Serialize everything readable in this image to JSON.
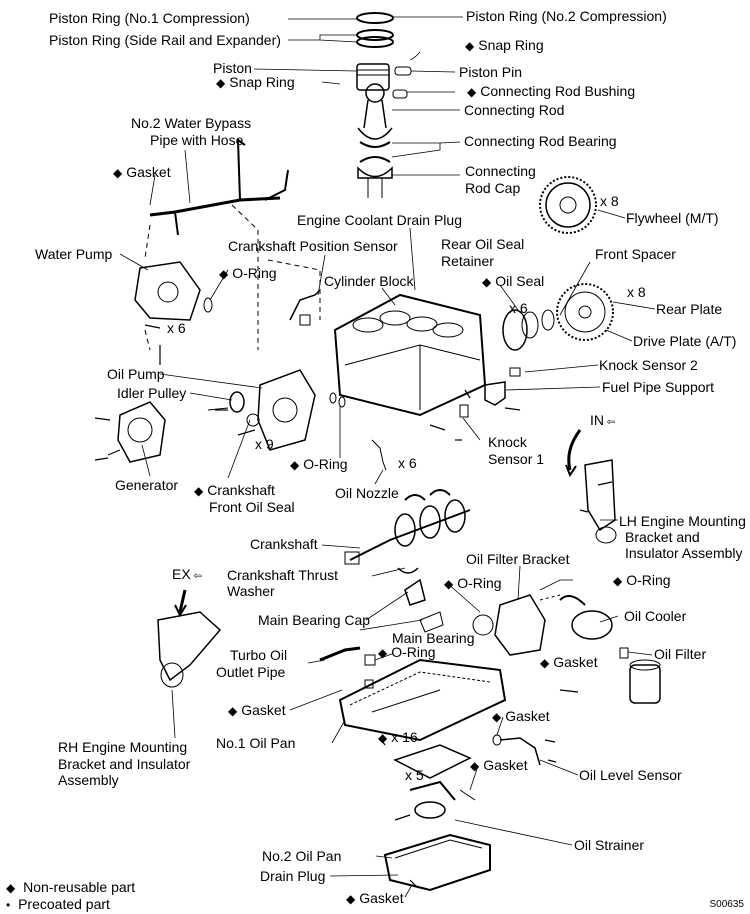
{
  "labels": {
    "piston_ring_no1": "Piston Ring (No.1 Compression)",
    "piston_ring_no2": "Piston Ring (No.2 Compression)",
    "piston_ring_side": "Piston Ring (Side Rail and Expander)",
    "snap_ring_right": "Snap Ring",
    "piston": "Piston",
    "piston_pin": "Piston Pin",
    "snap_ring_left": "Snap Ring",
    "conrod_bushing": "Connecting Rod Bushing",
    "conrod": "Connecting Rod",
    "water_bypass_1": "No.2 Water Bypass",
    "water_bypass_2": "Pipe with Hose",
    "conrod_bearing": "Connecting Rod Bearing",
    "gasket_top": "Gasket",
    "conrod_cap_1": "Connecting",
    "conrod_cap_2": "Rod Cap",
    "x8_flywheel": "x 8",
    "flywheel": "Flywheel (M/T)",
    "coolant_drain_plug": "Engine Coolant Drain Plug",
    "crank_pos_sensor": "Crankshaft Position Sensor",
    "rear_oil_seal_1": "Rear Oil Seal",
    "rear_oil_seal_2": "Retainer",
    "front_spacer": "Front Spacer",
    "water_pump": "Water Pump",
    "oring_wp": "O-Ring",
    "cylinder_block": "Cylinder Block",
    "oil_seal": "Oil Seal",
    "x8_rear": "x 8",
    "x6_oilseal": "x 6",
    "rear_plate": "Rear Plate",
    "x6_wp": "x 6",
    "drive_plate": "Drive Plate (A/T)",
    "oil_pump": "Oil Pump",
    "knock_sensor_2": "Knock Sensor 2",
    "idler_pulley": "Idler Pulley",
    "fuel_pipe_support": "Fuel Pipe Support",
    "x9": "x 9",
    "knock_sensor_1a": "Knock",
    "knock_sensor_1b": "Sensor 1",
    "oring_mid": "O-Ring",
    "x6_nozzle": "x 6",
    "generator": "Generator",
    "crank_front_seal_1": "Crankshaft",
    "crank_front_seal_2": "Front Oil Seal",
    "oil_nozzle": "Oil Nozzle",
    "lh_mount_1": "LH Engine Mounting",
    "lh_mount_2": "Bracket and",
    "lh_mount_3": "Insulator Assembly",
    "crankshaft": "Crankshaft",
    "oil_filter_bracket": "Oil Filter Bracket",
    "thrust_washer_1": "Crankshaft Thrust",
    "thrust_washer_2": "Washer",
    "oring_right": "O-Ring",
    "oring_filter": "O-Ring",
    "main_bearing_cap": "Main Bearing Cap",
    "oil_cooler": "Oil Cooler",
    "main_bearing": "Main Bearing",
    "turbo_pipe_1": "Turbo Oil",
    "turbo_pipe_2": "Outlet Pipe",
    "oring_turbo": "O-Ring",
    "oil_filter": "Oil Filter",
    "gasket_bracket": "Gasket",
    "gasket_pan": "Gasket",
    "no1_oil_pan": "No.1 Oil Pan",
    "gasket_level": "Gasket",
    "x16": "x 16",
    "rh_mount_1": "RH Engine Mounting",
    "rh_mount_2": "Bracket and Insulator",
    "rh_mount_3": "Assembly",
    "gasket_strainer": "Gasket",
    "x5": "x 5",
    "oil_level_sensor": "Oil Level Sensor",
    "oil_strainer": "Oil Strainer",
    "no2_oil_pan": "No.2 Oil Pan",
    "drain_plug": "Drain Plug",
    "gasket_drain": "Gasket",
    "in_marker": "IN",
    "ex_marker": "EX"
  },
  "legend": {
    "non_reusable": "Non-reusable part",
    "precoated": "Precoated part"
  },
  "figure_code": "S00635",
  "symbols": {
    "diamond": "◆",
    "dot": "•"
  }
}
